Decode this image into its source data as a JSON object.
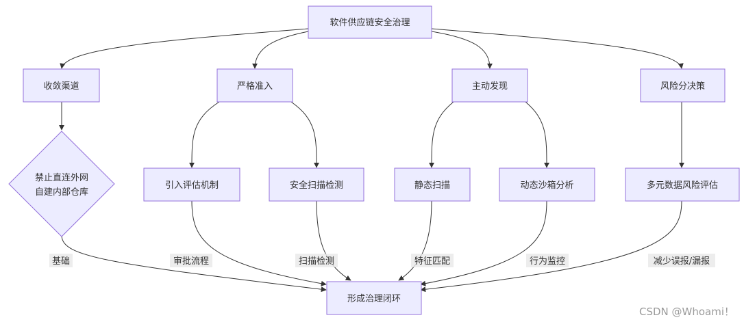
{
  "nodes": {
    "root": "软件供应链安全治理",
    "c1": "收敛渠道",
    "c2": "严格准入",
    "c3": "主动发现",
    "c4": "风险分决策",
    "d1_line1": "禁止直连外网",
    "d1_line2": "自建内部仓库",
    "l1": "引入评估机制",
    "l2": "安全扫描检测",
    "l3": "静态扫描",
    "l4": "动态沙箱分析",
    "l5": "多元数据风险评估",
    "end": "形成治理闭环"
  },
  "edge_labels": {
    "e1": "基础",
    "e2": "审批流程",
    "e3": "扫描检测",
    "e4": "特征匹配",
    "e5": "行为监控",
    "e6": "减少误报/漏报"
  },
  "watermark": "CSDN @Whoami！",
  "colors": {
    "node_fill": "#ECECFF",
    "node_stroke": "#9370DB",
    "edge": "#333333",
    "label_bg": "#e8e8e8"
  }
}
